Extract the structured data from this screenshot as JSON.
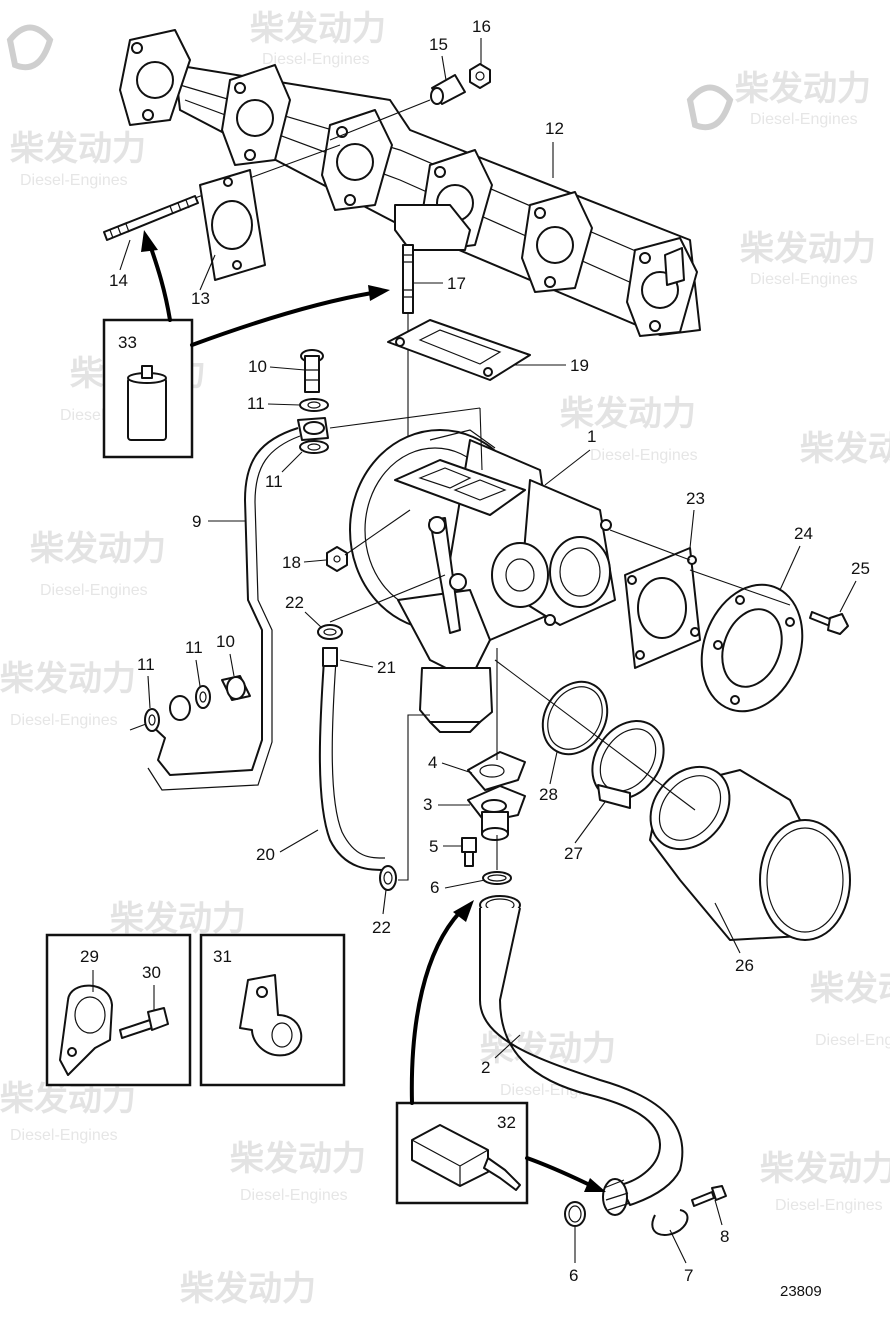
{
  "watermark": {
    "cn": "柴发动力",
    "en": "Diesel-Engines"
  },
  "callouts": {
    "c1": "1",
    "c2": "2",
    "c3": "3",
    "c4": "4",
    "c5": "5",
    "c6a": "6",
    "c6b": "6",
    "c7": "7",
    "c8": "8",
    "c9": "9",
    "c10a": "10",
    "c10b": "10",
    "c11a": "11",
    "c11b": "11",
    "c11c": "11",
    "c11d": "11",
    "c12": "12",
    "c13": "13",
    "c14": "14",
    "c15": "15",
    "c16": "16",
    "c17": "17",
    "c18": "18",
    "c19": "19",
    "c20": "20",
    "c21": "21",
    "c22a": "22",
    "c22b": "22",
    "c23": "23",
    "c24": "24",
    "c25": "25",
    "c26": "26",
    "c27": "27",
    "c28": "28",
    "c29": "29",
    "c30": "30",
    "c31": "31",
    "c32": "32",
    "c33": "33"
  },
  "figure_ref": "23809"
}
